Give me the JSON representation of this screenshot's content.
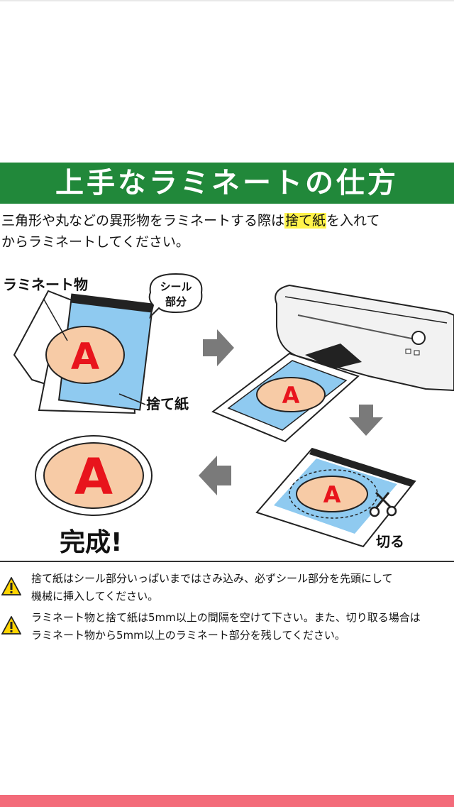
{
  "title": "上手なラミネートの仕方",
  "intro": {
    "line1_before": "三角形や丸などの異形物をラミネートする際は",
    "line1_highlight": "捨て紙",
    "line1_after": "を入れて",
    "line2": "からラミネートしてください。"
  },
  "labels": {
    "laminate_item": "ラミネート物",
    "seal_line1": "シール",
    "seal_line2": "部分",
    "waste_paper": "捨て紙",
    "letter": "A",
    "cut": "切る",
    "complete": "完成!"
  },
  "warnings": [
    {
      "line1": "捨て紙はシール部分いっぱいまではさみ込み、必ずシール部分を先頭にして",
      "line2": "機械に挿入してください。"
    },
    {
      "line1": "ラミネート物と捨て紙は5mm以上の間隔を空けて下さい。また、切り取る場合は",
      "line2": "ラミネート物から5mm以上のラミネート部分を残してください。"
    }
  ],
  "colors": {
    "banner": "#21883a",
    "highlight": "#fff34a",
    "sheet_blue": "#8fcaf0",
    "oval_fill": "#f7cba6",
    "letter_red": "#e8141c",
    "arrow_gray": "#7a7a7a",
    "bottom_bar": "#f36b7a"
  },
  "icons": [
    "warning-icon",
    "scissors-icon"
  ]
}
